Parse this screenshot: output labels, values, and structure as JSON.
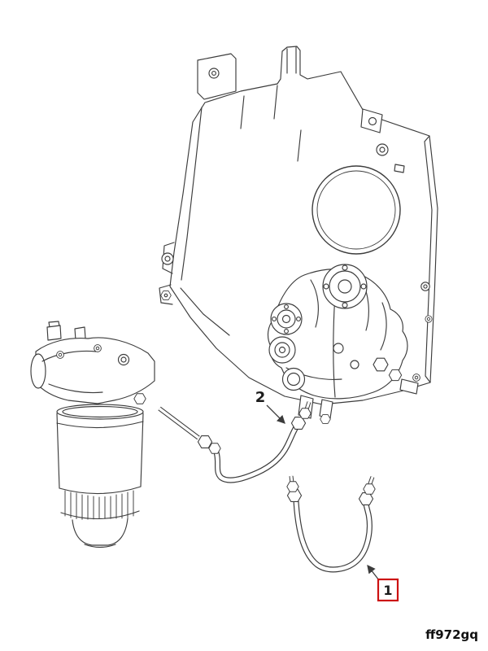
{
  "figure": {
    "code": "ff972gq",
    "background": "#ffffff",
    "line_color": "#3c3c3c",
    "highlight_color": "#cc1111",
    "label_color": "#1c1c1c"
  },
  "callouts": [
    {
      "label": "1",
      "highlighted": true
    },
    {
      "label": "2",
      "highlighted": false
    }
  ],
  "parts": [
    {
      "name": "flywheel-gear-housing"
    },
    {
      "name": "fuel-injection-pump"
    },
    {
      "name": "fuel-filter-assembly"
    },
    {
      "name": "fuel-line-1"
    },
    {
      "name": "fuel-line-2"
    }
  ]
}
